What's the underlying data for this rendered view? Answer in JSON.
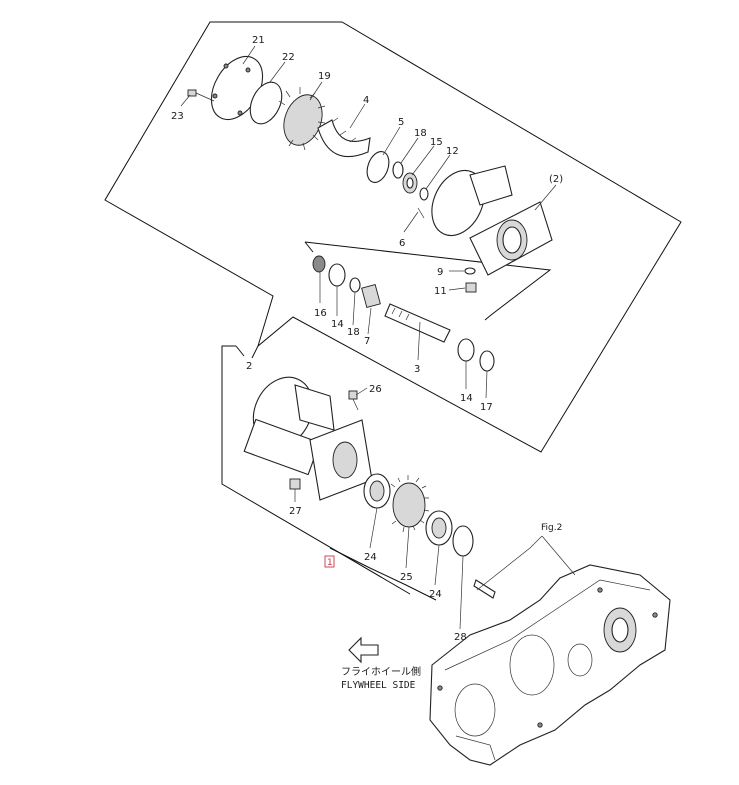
{
  "diagram": {
    "callouts": {
      "p21": "21",
      "p22": "22",
      "p23": "23",
      "p19": "19",
      "p4": "4",
      "p5": "5",
      "p18a": "18",
      "p15": "15",
      "p12": "12",
      "p2paren": "(2)",
      "p6": "6",
      "p9": "9",
      "p11": "11",
      "p16": "16",
      "p14a": "14",
      "p18b": "18",
      "p7": "7",
      "p3": "3",
      "p14b": "14",
      "p17": "17",
      "p2": "2",
      "p26": "26",
      "p27": "27",
      "p24a": "24",
      "p25": "25",
      "p24b": "24",
      "p28": "28",
      "p1": "1",
      "fig2": "Fig.2"
    },
    "direction": {
      "jp": "フライホイール側",
      "en": "FLYWHEEL SIDE"
    }
  }
}
